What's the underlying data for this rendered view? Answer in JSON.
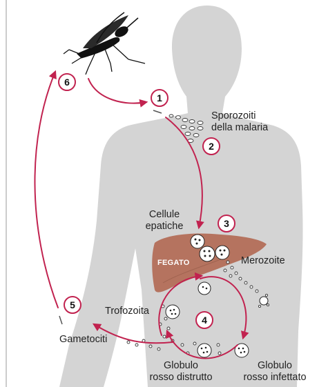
{
  "labels": {
    "sporozoiti": [
      "Sporozoiti",
      "della malaria"
    ],
    "cellule": [
      "Cellule",
      "epatiche"
    ],
    "fegato": "FEGATO",
    "merozoite": "Merozoite",
    "trofozoita": "Trofozoita",
    "gametociti": "Gametociti",
    "globulo_distrutto": [
      "Globulo",
      "rosso distrutto"
    ],
    "globulo_infettato": [
      "Globulo",
      "rosso infettato"
    ]
  },
  "steps": [
    "1",
    "2",
    "3",
    "4",
    "5",
    "6"
  ],
  "colors": {
    "arrow": "#c1224f",
    "body": "#d4d4d4",
    "liver": "#b5735f",
    "line": "#9a9a9a"
  }
}
